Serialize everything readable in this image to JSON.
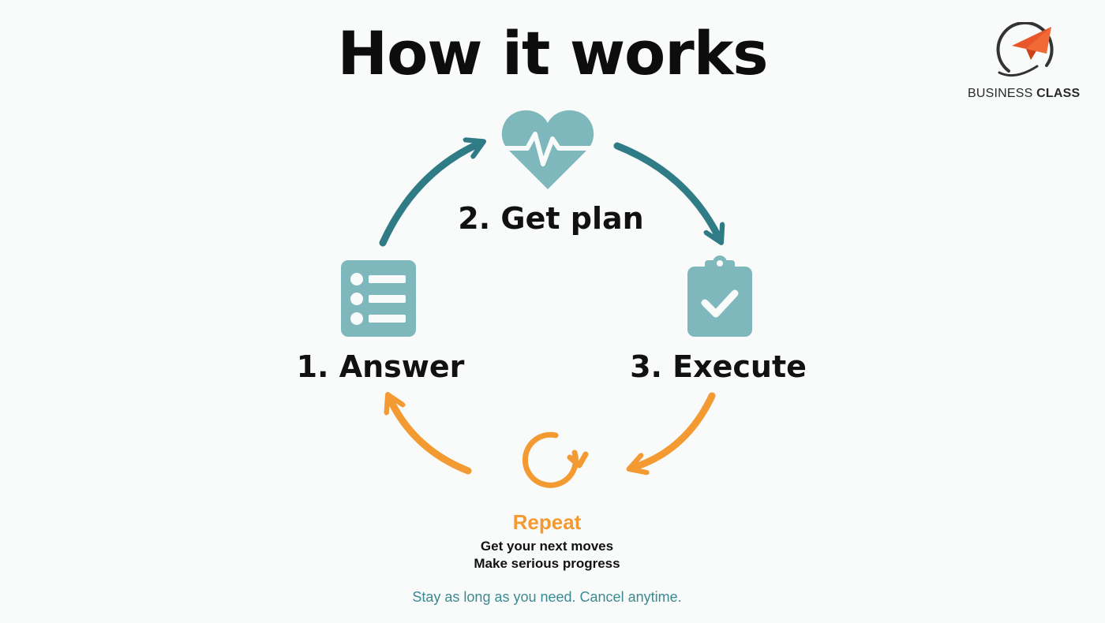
{
  "title": "How it works",
  "logo": {
    "word_regular": "BUSINESS",
    "word_bold": "CLASS",
    "icon": "paper-plane-icon"
  },
  "steps": [
    {
      "label": "1. Answer",
      "icon": "checklist-icon"
    },
    {
      "label": "2. Get plan",
      "icon": "heartbeat-icon"
    },
    {
      "label": "3. Execute",
      "icon": "clipboard-check-icon"
    }
  ],
  "repeat": {
    "label": "Repeat",
    "icon": "refresh-icon",
    "lines": [
      "Get your next moves",
      "Make serious progress"
    ]
  },
  "footer": "Stay as long as you need. Cancel anytime.",
  "colors": {
    "teal_dark": "#2f7c86",
    "teal_light": "#7fb8bc",
    "orange": "#f39a32",
    "logo_orange": "#e8562a",
    "text": "#111111"
  }
}
